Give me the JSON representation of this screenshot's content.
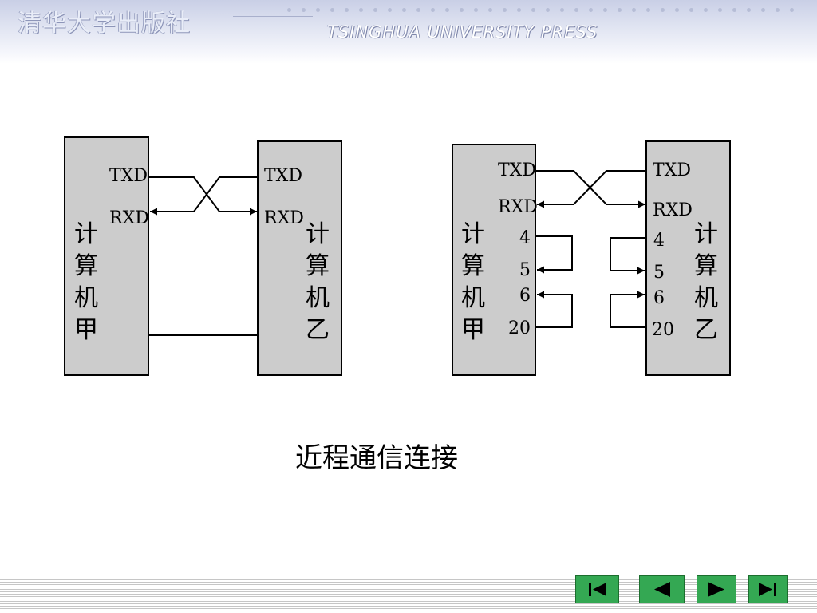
{
  "header": {
    "publisher_cn": "清华大学出版社",
    "publisher_en": "TSINGHUA UNIVERSITY PRESS"
  },
  "diagram_left": {
    "computer_a_label": [
      "计",
      "算",
      "机",
      "甲"
    ],
    "computer_b_label": [
      "计",
      "算",
      "机",
      "乙"
    ],
    "pins_a": [
      "TXD",
      "RXD"
    ],
    "pins_b": [
      "TXD",
      "RXD"
    ]
  },
  "diagram_right": {
    "computer_a_label": [
      "计",
      "算",
      "机",
      "甲"
    ],
    "computer_b_label": [
      "计",
      "算",
      "机",
      "乙"
    ],
    "pins_a": [
      "TXD",
      "RXD",
      "4",
      "5",
      "6",
      "20"
    ],
    "pins_b": [
      "TXD",
      "RXD",
      "4",
      "5",
      "6",
      "20"
    ]
  },
  "caption": "近程通信连接",
  "nav": {
    "first_icon": "first-page-icon",
    "prev_icon": "previous-page-icon",
    "next_icon": "next-page-icon",
    "last_icon": "last-page-icon",
    "color": "#34a853"
  }
}
